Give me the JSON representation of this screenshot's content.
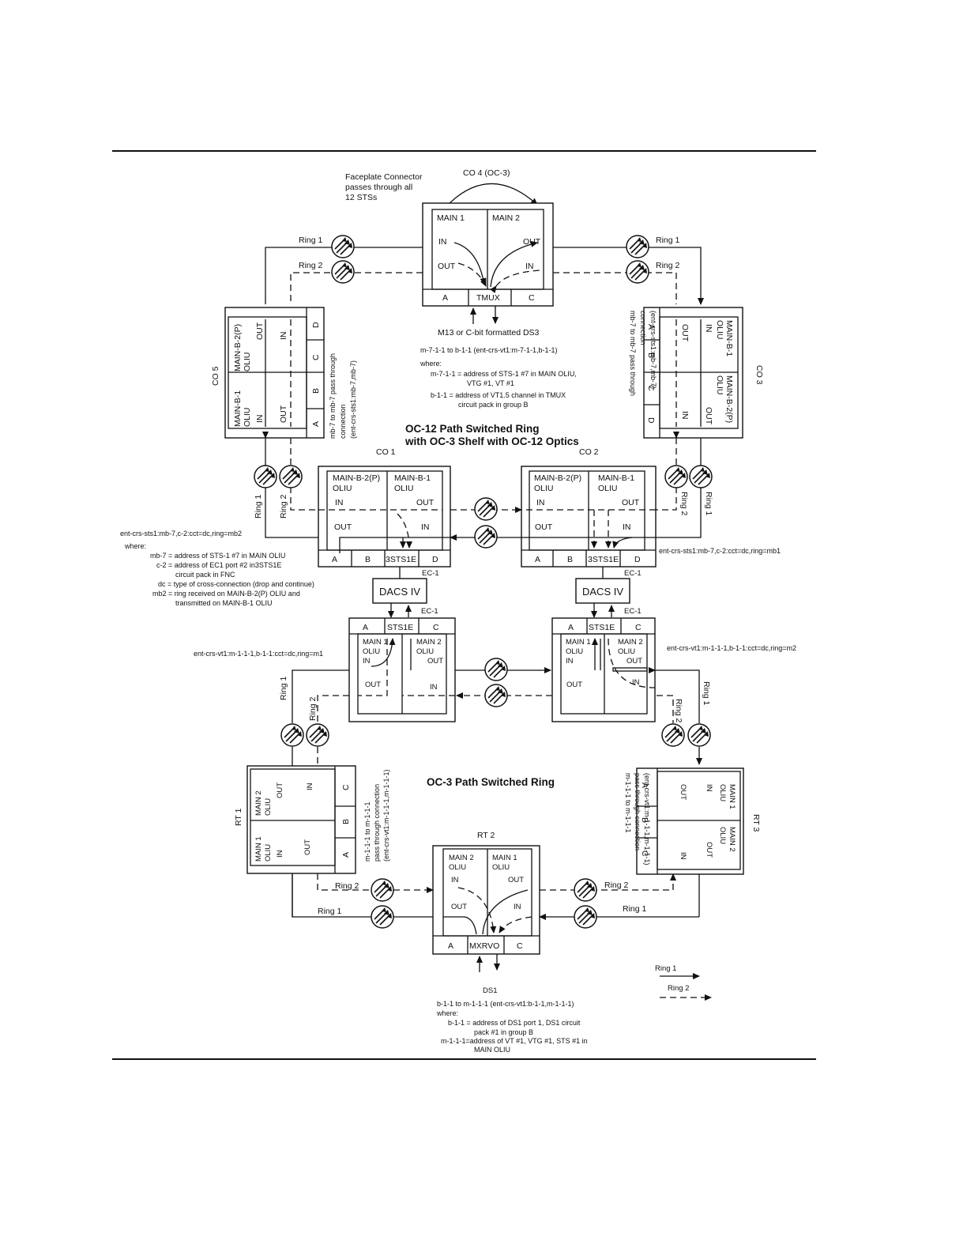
{
  "header": {
    "faceplate_note": [
      "Faceplate Connector",
      "passes through all",
      "12 STSs"
    ],
    "co4_label": "CO 4 (OC-3)"
  },
  "ring_labels": {
    "ring1": "Ring 1",
    "ring2": "Ring 2"
  },
  "slots": {
    "a": "A",
    "b": "B",
    "c": "C",
    "d": "D",
    "tmux": "TMUX",
    "sts1e": "STS1E",
    "sts1e_ec1": "3STS1E",
    "mxrvo": "MXRVO",
    "in": "IN",
    "out": "OUT"
  },
  "co4": {
    "main1": "MAIN 1",
    "main2": "MAIN 2",
    "ds3_label": "M13 or C-bit formatted DS3",
    "cmd": "m-7-1-1 to b-1-1 (ent-crs-vt1:m-7-1-1,b-1-1)",
    "where": "where:",
    "def1a": "m-7-1-1 = address of STS-1 #7 in MAIN OLIU,",
    "def1b": "VTG #1, VT #1",
    "def2a": "b-1-1 = address of VT1.5 channel in TMUX",
    "def2b": "circuit pack in group B"
  },
  "co5": {
    "label": "CO 5",
    "cell_top": [
      "MAIN-B-2(P)",
      "OLIU"
    ],
    "cell_bottom": [
      "MAIN-B-1",
      "OLIU"
    ],
    "note": [
      "mb-7 to mb-7 pass through",
      "connection",
      "(ent-crs-sts1:mb-7,mb-7)"
    ]
  },
  "co3": {
    "label": "CO 3",
    "cell_top": [
      "MAIN-B-1",
      "OLIU"
    ],
    "cell_bottom": [
      "MAIN-B-2(P)",
      "OLIU"
    ],
    "note": [
      "mb-7 to mb-7 pass through",
      "connection",
      "(ent-crs-sts1:mb-7,mb-7)"
    ]
  },
  "oc12_title": [
    "OC-12 Path Switched Ring",
    "with OC-3 Shelf with OC-12 Optics"
  ],
  "co1": {
    "label": "CO 1",
    "left": [
      "MAIN-B-2(P)",
      "OLIU"
    ],
    "right": [
      "MAIN-B-1",
      "OLIU"
    ],
    "ec1": "EC-1",
    "cmd": "ent-crs-sts1:mb-7,c-2:cct=dc,ring=mb2",
    "where": "where:",
    "defs": [
      "mb-7 = address of STS-1 #7 in MAIN OLIU",
      "c-2 = address of EC1 port #2 in3STS1E",
      "circuit pack in FNC",
      "dc = type of cross-connection (drop and continue)",
      "mb2 = ring received on MAIN-B-2(P) OLIU and",
      "transmitted on MAIN-B-1 OLIU"
    ]
  },
  "co2": {
    "label": "CO 2",
    "left": [
      "MAIN-B-2(P)",
      "OLIU"
    ],
    "right": [
      "MAIN-B-1",
      "OLIU"
    ],
    "ec1": "EC-1",
    "cmd": "ent-crs-sts1:mb-7,c-2:cct=dc,ring=mb1"
  },
  "dacs": "DACS IV",
  "ec1_label": "EC-1",
  "shelf_left": {
    "main1": [
      "MAIN 1",
      "OLIU"
    ],
    "main2": [
      "MAIN 2",
      "OLIU"
    ],
    "cmd": "ent-crs-vt1:m-1-1-1,b-1-1:cct=dc,ring=m1"
  },
  "shelf_right": {
    "main1": [
      "MAIN 1",
      "OLIU"
    ],
    "main2": [
      "MAIN 2",
      "OLIU"
    ],
    "cmd": "ent-crs-vt1:m-1-1-1,b-1-1:cct=dc,ring=m2"
  },
  "oc3_title": "OC-3 Path Switched Ring",
  "rt1": {
    "label": "RT 1",
    "top": [
      "MAIN 2",
      "OLIU"
    ],
    "bottom": [
      "MAIN 1",
      "OLIU"
    ],
    "note": [
      "m-1-1-1 to m-1-1-1",
      "pass through connection",
      "(ent-crs-vt1:m-1-1-1,m-1-1-1)"
    ]
  },
  "rt3": {
    "label": "RT 3",
    "top": [
      "MAIN 1",
      "OLIU"
    ],
    "bottom": [
      "MAIN 2",
      "OLIU"
    ],
    "note": [
      "m-1-1-1 to m-1-1-1",
      "pass through connection",
      "(ent-crs-vt1:m-1-1-1,m-1-1-1)"
    ]
  },
  "rt2": {
    "label": "RT 2",
    "left": [
      "MAIN 2",
      "OLIU"
    ],
    "right": [
      "MAIN 1",
      "OLIU"
    ],
    "ds1_label": "DS1",
    "cmd": "b-1-1 to m-1-1-1 (ent-crs-vt1:b-1-1,m-1-1-1)",
    "where": "where:",
    "def1a": "b-1-1 = address of DS1 port 1, DS1 circuit",
    "def1b": "pack #1 in group B",
    "def2a": "m-1-1-1=address of VT #1, VTG #1, STS #1  in",
    "def2b": "MAIN OLIU"
  },
  "legend": {
    "ring1": "Ring 1",
    "ring2": "Ring 2"
  }
}
